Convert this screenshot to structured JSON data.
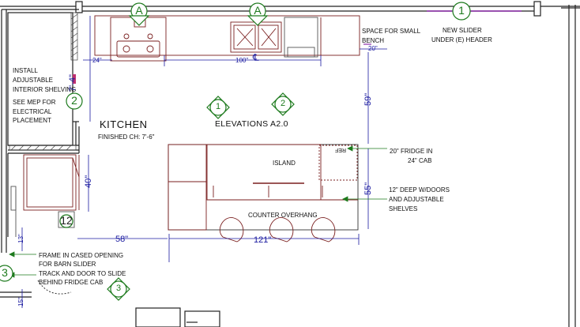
{
  "room_title": "KITCHEN",
  "ceiling_note": "FINISHED CH: 7'-6\"",
  "elevations_label": "ELEVATIONS A2.0",
  "notes": {
    "install_shelving": [
      "INSTALL",
      "ADJUSTABLE",
      "INTERIOR SHELVING"
    ],
    "see_mep": [
      "SEE MEP FOR",
      "ELECTRICAL",
      "PLACEMENT"
    ],
    "space_bench": [
      "SPACE FOR SMALL",
      "BENCH"
    ],
    "new_slider": [
      "NEW SLIDER",
      "UNDER (E) HEADER"
    ],
    "fridge": [
      "20\" FRIDGE IN",
      "24\" CAB"
    ],
    "shelves": [
      "12\" DEEP W/DOORS",
      "AND ADJUSTABLE",
      "SHELVES"
    ],
    "island": "ISLAND",
    "overhang": "COUNTER OVERHANG",
    "ref": "REF",
    "barn_slider": [
      "FRAME IN CASED OPENING",
      "FOR BARN SLIDER"
    ],
    "track_door": [
      "TRACK AND DOOR TO SLIDE",
      "BEHIND FRIDGE CAB"
    ]
  },
  "dimensions": {
    "d24": "24\"",
    "d100": "100\"",
    "d20": "20\"",
    "d7_4": "7'-4\"",
    "d59": "59\"",
    "d40": "40\"",
    "d55": "55\"",
    "d58": "58\"",
    "d121": "121\"",
    "d13": "13\"",
    "d15": "15\""
  },
  "tags": {
    "a_left": "A",
    "a_mid": "A",
    "t1_top": "1",
    "t2_left": "2",
    "t1_elev": "1",
    "t2_elev": "2",
    "t3_left": "3",
    "t3_bot": "3",
    "t12": "12"
  },
  "centerline": "℄",
  "colors": {
    "wall": "#222222",
    "cabinet": "#7a1f1f",
    "dimension": "#1a1aa0",
    "tag": "#1d7a1d",
    "pink": "#c03070",
    "purple": "#8a2aa8"
  }
}
